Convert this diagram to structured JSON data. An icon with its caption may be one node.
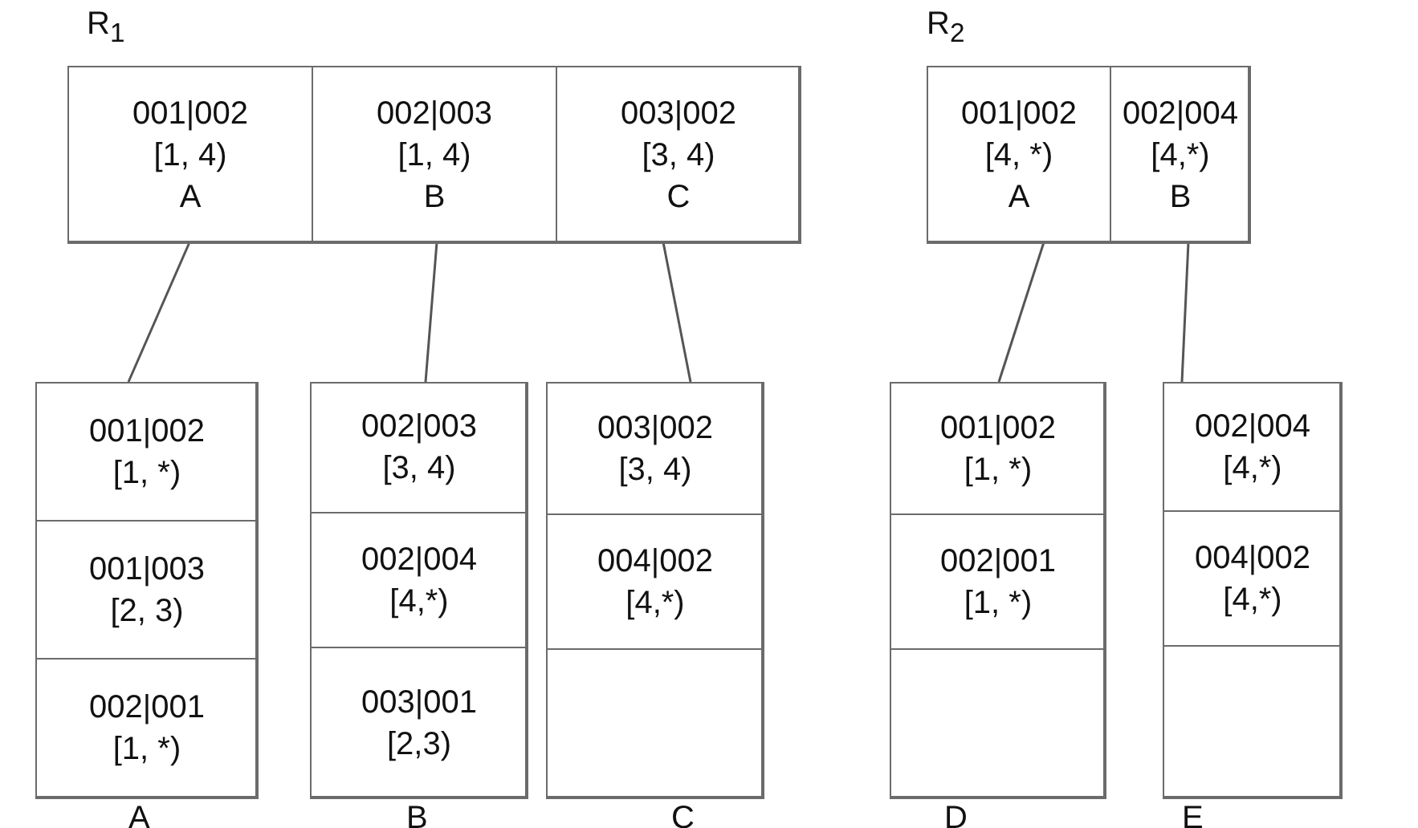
{
  "diagram": {
    "nodes": [
      {
        "text": [],
        "shape": "box",
        "beside": [
          "R$_{1}$"
        ]
      },
      {
        "text": [
          "001|002",
          "[1, 4)",
          "A"
        ],
        "in": 0
      },
      {
        "text": [
          "002|003",
          "[1, 4)",
          "B"
        ],
        "in": 0
      },
      {
        "text": [
          "003|002",
          "[3, 4)",
          "C"
        ],
        "in": 0
      },
      {
        "text": [],
        "shape": "box",
        "beside": [
          "R$_{2}$"
        ]
      },
      {
        "text": [
          "001|002",
          "[4, *)",
          "A"
        ],
        "in": 4
      },
      {
        "text": [
          "002|004",
          "[4,*)",
          "B"
        ],
        "in": 4
      },
      {
        "text": [],
        "shape": "box",
        "beside": [
          "A"
        ]
      },
      {
        "text": [
          "001|002",
          "[1, *)"
        ],
        "in": 7
      },
      {
        "text": [
          "001|003",
          "[2, 3)"
        ],
        "in": 7
      },
      {
        "text": [
          "002|001",
          "[1, *)"
        ],
        "in": 7
      },
      {
        "text": [],
        "shape": "box",
        "beside": [
          "B"
        ]
      },
      {
        "text": [
          "002|003",
          "[3, 4)"
        ],
        "in": 11
      },
      {
        "text": [
          "002|004",
          "[4,*)"
        ],
        "in": 11
      },
      {
        "text": [
          "003|001",
          "[2,3)"
        ],
        "in": 11
      },
      {
        "text": [],
        "shape": "box",
        "beside": [
          "C"
        ]
      },
      {
        "text": [
          "003|002",
          "[3, 4)"
        ],
        "in": 15
      },
      {
        "text": [
          "004|002",
          "[4,*)"
        ],
        "in": 15
      },
      {
        "text": [],
        "shape": "box",
        "in": 15
      },
      {
        "text": [],
        "shape": "box",
        "beside": [
          "D"
        ]
      },
      {
        "text": [
          "001|002",
          "[1, *)"
        ],
        "in": 19
      },
      {
        "text": [
          "002|001",
          "[1, *)"
        ],
        "in": 19
      },
      {
        "text": [],
        "shape": "box",
        "in": 19
      },
      {
        "text": [],
        "shape": "box",
        "beside": [
          "E"
        ]
      },
      {
        "text": [
          "002|004",
          "[4,*)"
        ],
        "in": 23
      },
      {
        "text": [
          "004|002",
          "[4,*)"
        ],
        "in": 23
      },
      {
        "text": [],
        "shape": "box",
        "in": 23
      }
    ],
    "edges": [
      {
        "from": 1,
        "to": 7,
        "arrow": "none"
      },
      {
        "from": 2,
        "to": 11,
        "arrow": "none"
      },
      {
        "from": 3,
        "to": 15,
        "arrow": "none"
      },
      {
        "from": 5,
        "to": 19,
        "arrow": "none"
      },
      {
        "from": 6,
        "to": 23,
        "arrow": "none"
      }
    ]
  }
}
